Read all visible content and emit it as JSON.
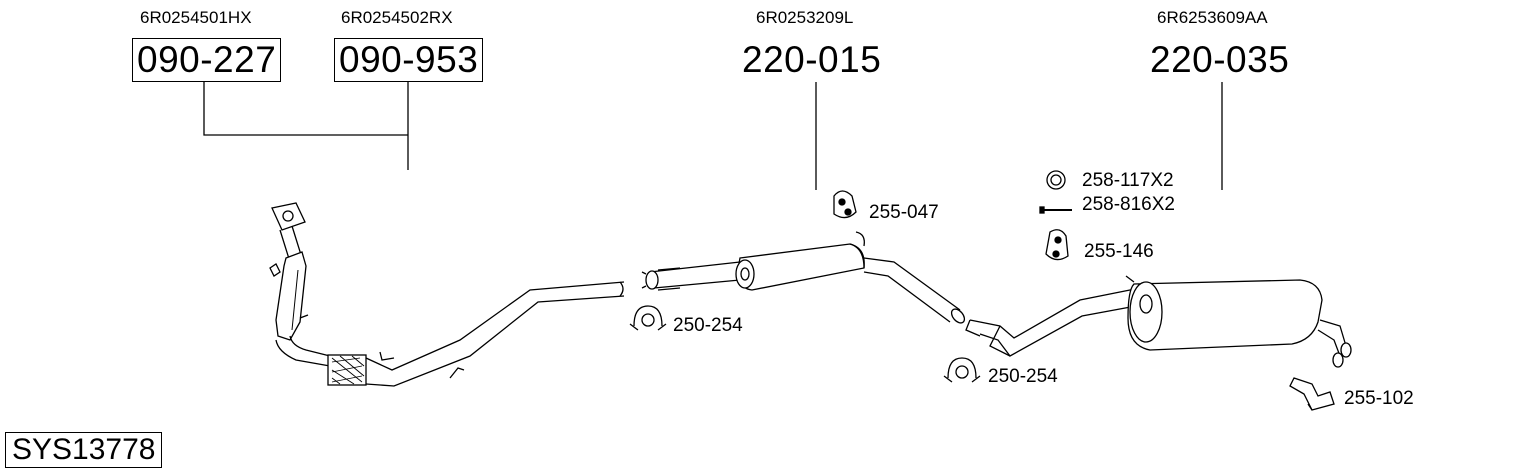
{
  "system_code": "SYS13778",
  "top_parts": [
    {
      "oe": "6R0254501HX",
      "number": "090-227"
    },
    {
      "oe": "6R0254502RX",
      "number": "090-953"
    },
    {
      "oe": "6R0253209L",
      "number": "220-015"
    },
    {
      "oe": "6R6253609AA",
      "number": "220-035"
    }
  ],
  "accessories": [
    {
      "number": "255-047"
    },
    {
      "number": "258-117X2"
    },
    {
      "number": "258-816X2"
    },
    {
      "number": "255-146"
    },
    {
      "number": "250-254"
    },
    {
      "number": "250-254"
    },
    {
      "number": "255-102"
    }
  ]
}
